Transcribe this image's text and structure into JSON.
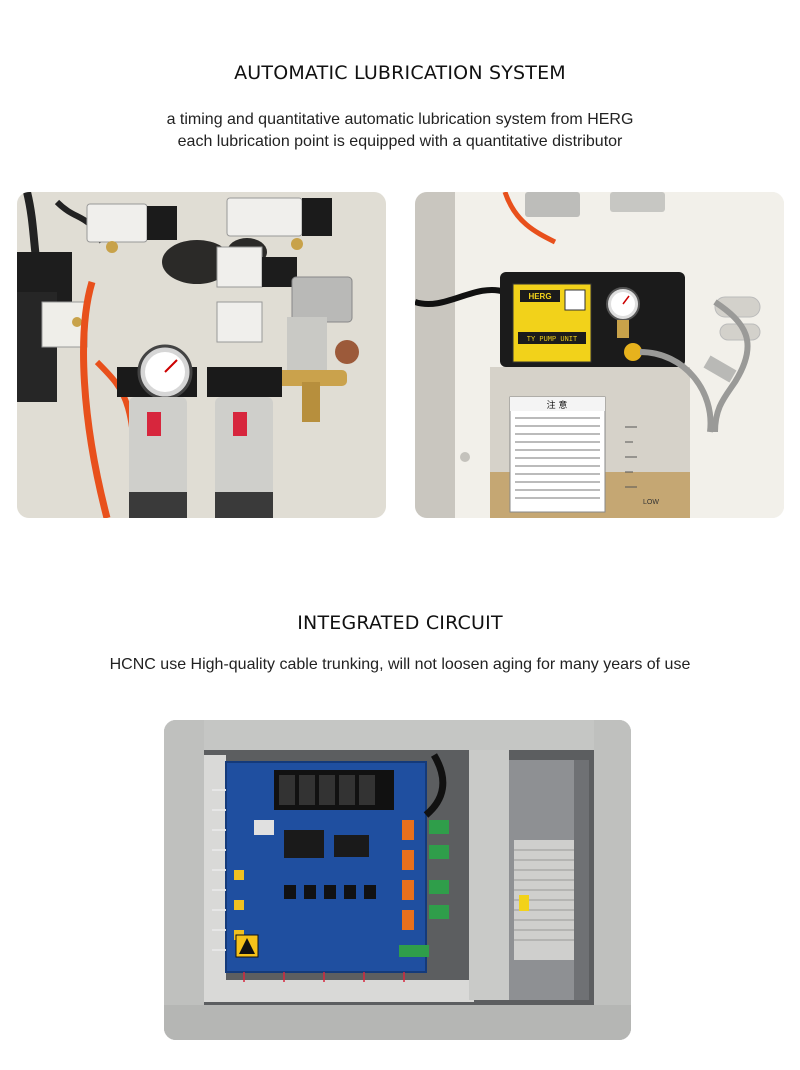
{
  "section_lubrication": {
    "title": "AUTOMATIC LUBRICATION SYSTEM",
    "line1": "a timing and quantitative automatic lubrication system from HERG",
    "line2": "each lubrication point is equipped with a quantitative distributor",
    "pump_label": {
      "brand": "HERG",
      "unit": "TY PUMP UNIT",
      "warning": "注 意",
      "level": "LOW"
    }
  },
  "section_circuit": {
    "title": "INTEGRATED CIRCUIT",
    "line1": "HCNC use High-quality cable trunking, will not loosen aging for many years of use"
  },
  "colors": {
    "panel_bg": "#e4e1d9",
    "pcb_blue": "#1f4fa0",
    "tube_orange": "#e8501c",
    "pump_yellow": "#f2d21a"
  }
}
